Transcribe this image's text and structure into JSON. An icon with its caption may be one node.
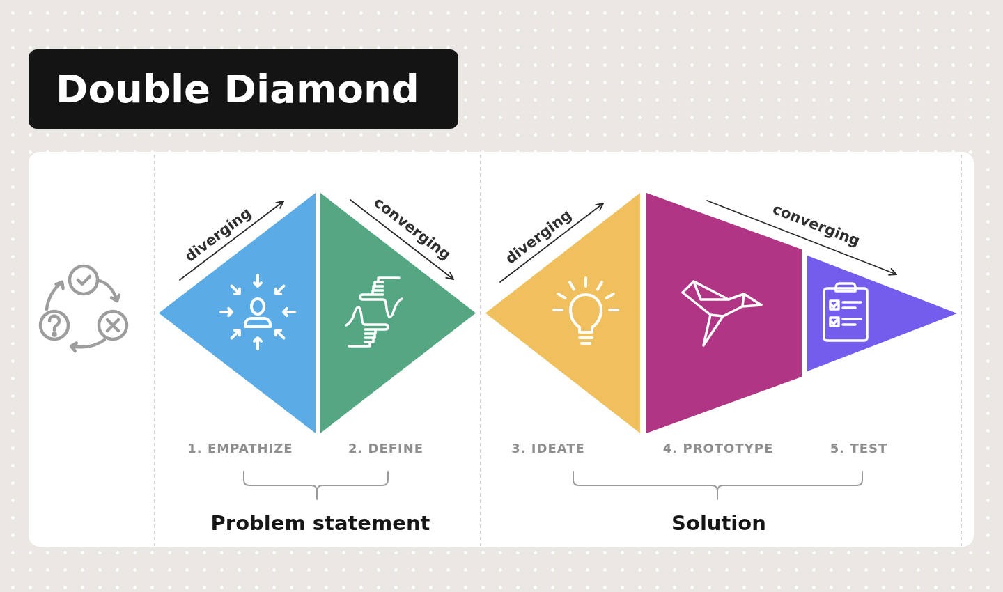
{
  "diagram": {
    "title": "Double Diamond",
    "nodes": [
      {
        "text": [],
        "shape": "triangle",
        "beside": [
          "1. EMPATHIZE"
        ]
      },
      {
        "text": [],
        "shape": "triangle",
        "beside": [
          "2. DEFINE"
        ]
      },
      {
        "text": [],
        "shape": "triangle",
        "beside": [
          "3. IDEATE"
        ]
      },
      {
        "text": [],
        "shape": "trapezoid",
        "beside": [
          "4. PROTOTYPE"
        ]
      },
      {
        "text": [],
        "shape": "triangle"
      }
    ],
    "labels": [
      "diverging",
      "converging",
      "diverging",
      "converging",
      "5. TEST",
      "Problem statement",
      "Solution"
    ]
  }
}
